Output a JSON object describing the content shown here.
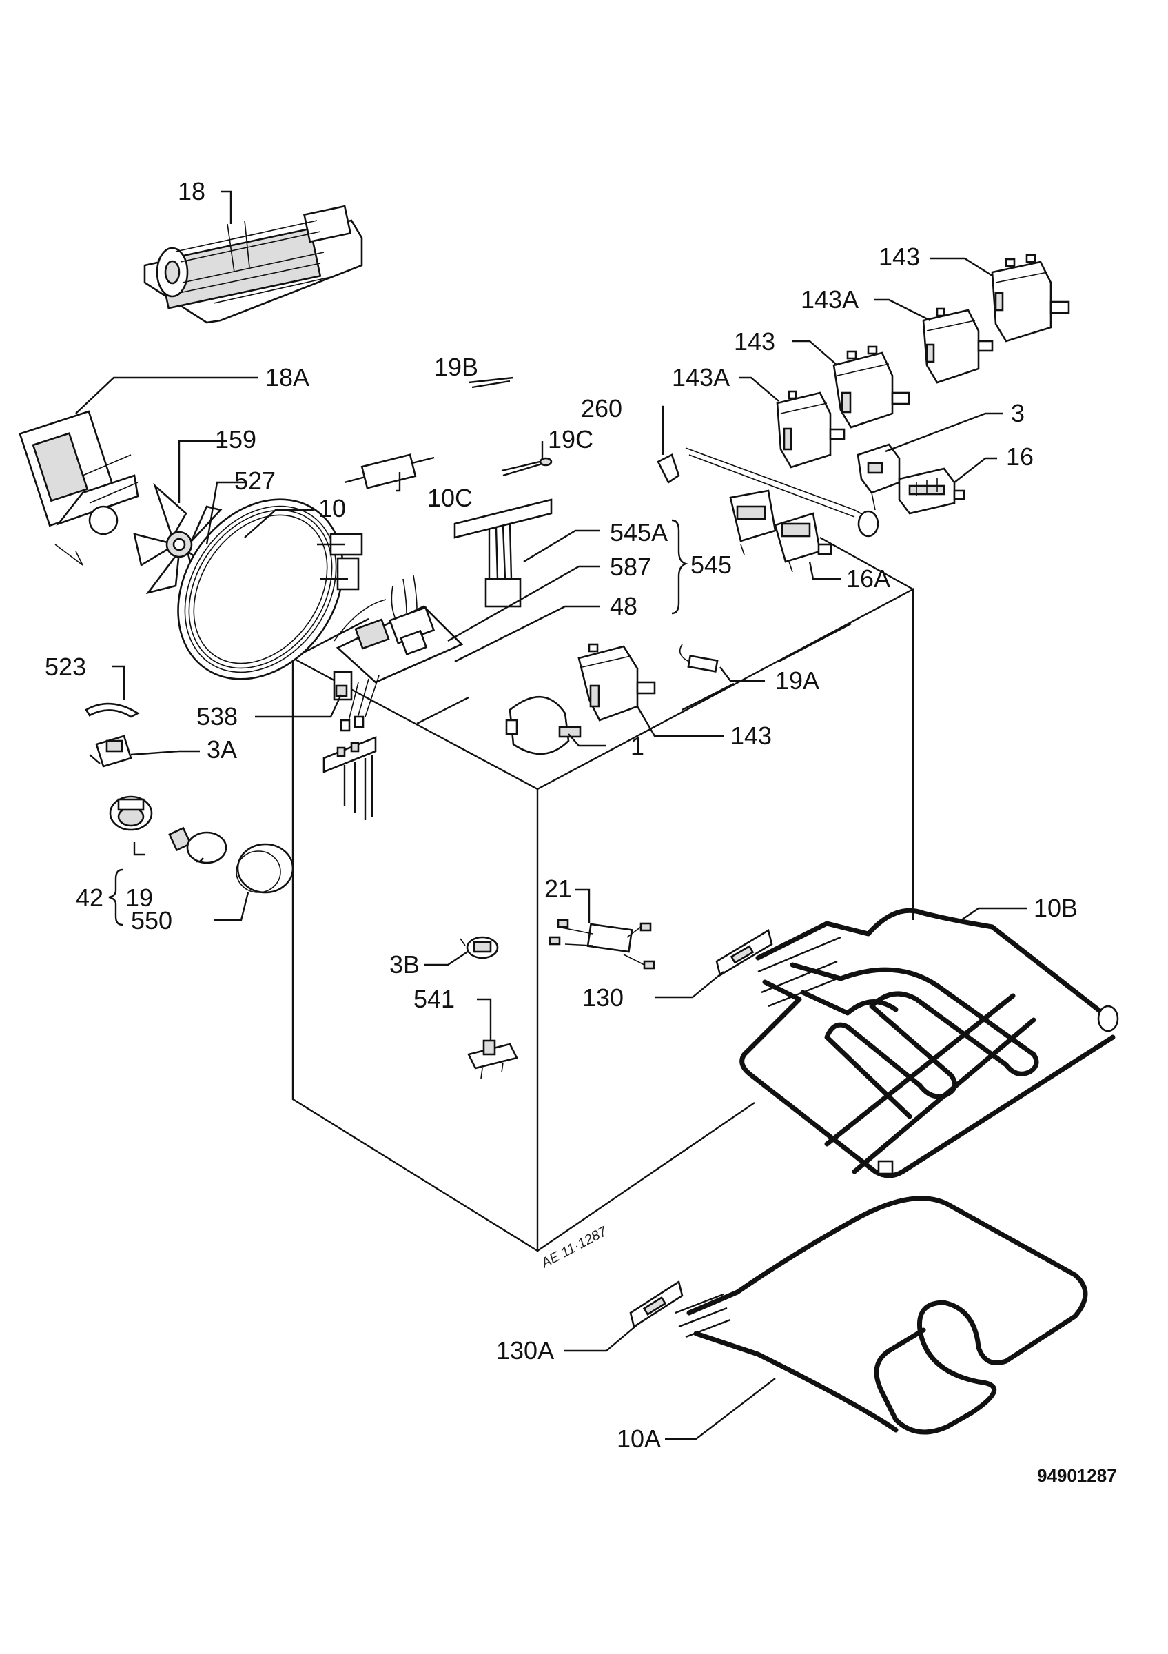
{
  "labels": {
    "p18": "18",
    "p18A": "18A",
    "p159": "159",
    "p527": "527",
    "p10": "10",
    "p10C": "10C",
    "p19B": "19B",
    "p19C": "19C",
    "p545A": "545A",
    "p587": "587",
    "p545": "545",
    "p48": "48",
    "p260": "260",
    "p143_a": "143",
    "p143A_a": "143A",
    "p143_b": "143",
    "p143A_b": "143A",
    "p3": "3",
    "p16": "16",
    "p16A": "16A",
    "p523": "523",
    "p538": "538",
    "p3A": "3A",
    "p19A": "19A",
    "p143_c": "143",
    "p1": "1",
    "p42": "42",
    "p19": "19",
    "p550": "550",
    "p21": "21",
    "p10B": "10B",
    "p3B": "3B",
    "p130": "130",
    "p541": "541",
    "p130A": "130A",
    "p10A": "10A"
  },
  "document_number": "94901287",
  "handwritten_note": "AE 11·1287"
}
